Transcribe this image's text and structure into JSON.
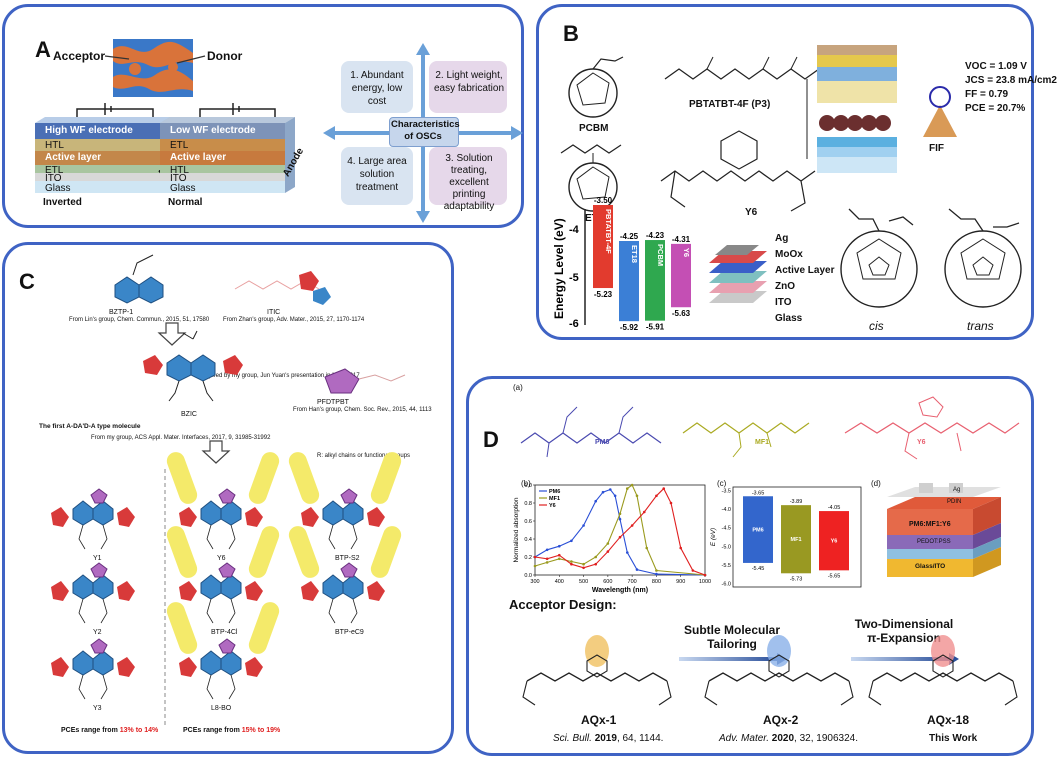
{
  "panelA": {
    "label": "A",
    "acceptor": "Acceptor",
    "donor": "Donor",
    "inverted": {
      "layers": [
        "High WF electrode",
        "HTL",
        "Active layer",
        "ETL",
        "ITO",
        "Glass"
      ],
      "anode": "Anode",
      "caption": "Inverted"
    },
    "normal": {
      "layers": [
        "Low WF electrode",
        "ETL",
        "Active layer",
        "HTL",
        "ITO",
        "Glass"
      ],
      "anode": "Anode",
      "caption": "Normal"
    },
    "center": "Characteristics of OSCs",
    "quadrants": [
      "1. Abundant energy, low cost",
      "2. Light weight, easy fabrication",
      "4. Large area solution treatment",
      "3. Solution treating, excellent printing adaptability"
    ]
  },
  "panelB": {
    "label": "B",
    "molecules": [
      "PCBM",
      "PBTATBT-4F (P3)",
      "ET18",
      "Y6",
      "FIF"
    ],
    "metrics": [
      "VOC = 1.09 V",
      "JCS = 23.8 mA/cm2",
      "FF = 0.79",
      "PCE = 20.7%"
    ],
    "energy_axis": "Energy Level (eV)",
    "ticks": [
      "-4",
      "-5",
      "-6"
    ],
    "bars": [
      {
        "name": "PBTATBT-4F",
        "top": "-3.50",
        "bottom": "-5.23",
        "color": "#e23b2e"
      },
      {
        "name": "ET18",
        "top": "-4.25",
        "bottom": "-5.92",
        "color": "#3b7fd6"
      },
      {
        "name": "PCBM",
        "top": "-4.23",
        "bottom": "-5.91",
        "color": "#2fa84f"
      },
      {
        "name": "Y6",
        "top": "-4.31",
        "bottom": "-5.63",
        "color": "#c44fb4"
      }
    ],
    "stack": [
      "Ag",
      "MoOx",
      "Active Layer",
      "ZnO",
      "ITO",
      "Glass"
    ],
    "isomers": [
      "cis",
      "trans"
    ]
  },
  "panelC": {
    "label": "C",
    "bztp": "BZTP-1",
    "bztp_ref": "From Lin's group, Chem. Commun., 2015, 51, 17580",
    "itic": "ITIC",
    "itic_ref": "From Zhan's group, Adv. Mater., 2015, 27, 1170-1174",
    "inspired": "Inspired by my group, Jun Yuan's presentation in May, 2017",
    "bzic": "BZIC",
    "first": "The first A-DA'D-A type molecule",
    "bzic_ref": "From my group, ACS Appl. Mater. Interfaces, 2017, 9, 31985-31992",
    "pfdtpbt": "PFDTPBT",
    "pfdtpbt_ref": "From Han's group, Chem. Soc. Rev., 2015, 44, 1113",
    "legend": "R: alkyl chains or functional groups",
    "col1": [
      "Y1",
      "Y2",
      "Y3"
    ],
    "col2": [
      "Y6",
      "BTP-4Cl",
      "L8-BO"
    ],
    "col3": [
      "BTP-S2",
      "BTP-eC9"
    ],
    "pce_left_prefix": "PCEs range from",
    "pce_left_value": "13% to 14%",
    "pce_right_prefix": "PCEs range from",
    "pce_right_value": "15% to 19%"
  },
  "panelD": {
    "label": "D",
    "sub_a": "(a)",
    "sub_b": "(b)",
    "sub_c": "(c)",
    "sub_d": "(d)",
    "molecules": [
      "PM6",
      "MF1",
      "Y6"
    ],
    "acceptor_design": "Acceptor Design:",
    "step1": "Subtle Molecular Tailoring",
    "step2": "Two-Dimensional π-Expansion",
    "aqx": [
      "AQx-1",
      "AQx-2",
      "AQx-18"
    ],
    "refs": [
      {
        "journal": "Sci. Bull.",
        "year": "2019",
        "rest": ", 64, 1144."
      },
      {
        "journal": "Adv. Mater.",
        "year": "2020",
        "rest": ", 32, 1906324."
      },
      {
        "journal": "",
        "year": "",
        "rest": "This Work"
      }
    ],
    "energy_bars": [
      {
        "name": "PM6",
        "top": "-3.65",
        "bottom": "-5.45",
        "color": "#3366cc"
      },
      {
        "name": "MF1",
        "top": "-3.89",
        "bottom": "-5.73",
        "color": "#999922"
      },
      {
        "name": "Y6",
        "top": "-4.05",
        "bottom": "-5.65",
        "color": "#ee2222"
      }
    ],
    "energy_ylabel": "E (eV)",
    "energy_ticks": [
      "-3.5",
      "-4.0",
      "-4.5",
      "-5.0",
      "-5.5",
      "-6.0"
    ],
    "device": [
      "Ag",
      "PDIN",
      "PM6:MF1:Y6",
      "PEDOT:PSS",
      "Glass/ITO"
    ]
  },
  "chart_data": {
    "type": "line",
    "xlabel": "Wavelength (nm)",
    "ylabel": "Normalized absorption",
    "xlim": [
      300,
      1000
    ],
    "ylim": [
      0,
      1.0
    ],
    "xticks": [
      "300",
      "400",
      "500",
      "600",
      "700",
      "800",
      "900",
      "1000"
    ],
    "yticks": [
      "0.0",
      "0.2",
      "0.4",
      "0.6",
      "0.8",
      "1.0"
    ],
    "legend_position": "top-left",
    "series": [
      {
        "name": "PM6",
        "color": "#2a4fd6",
        "x": [
          300,
          350,
          400,
          450,
          500,
          550,
          580,
          610,
          630,
          650,
          680,
          720,
          800,
          1000
        ],
        "y": [
          0.2,
          0.28,
          0.32,
          0.38,
          0.55,
          0.82,
          0.92,
          0.95,
          0.88,
          0.62,
          0.25,
          0.06,
          0.01,
          0.0
        ]
      },
      {
        "name": "MF1",
        "color": "#9a9a1e",
        "x": [
          300,
          350,
          400,
          450,
          500,
          550,
          600,
          650,
          680,
          700,
          720,
          760,
          800,
          1000
        ],
        "y": [
          0.1,
          0.14,
          0.18,
          0.15,
          0.12,
          0.2,
          0.35,
          0.68,
          0.96,
          1.0,
          0.88,
          0.3,
          0.05,
          0.0
        ]
      },
      {
        "name": "Y6",
        "color": "#e02020",
        "x": [
          300,
          350,
          400,
          450,
          500,
          550,
          600,
          650,
          700,
          750,
          800,
          830,
          860,
          900,
          950,
          1000
        ],
        "y": [
          0.2,
          0.18,
          0.22,
          0.12,
          0.08,
          0.12,
          0.26,
          0.42,
          0.55,
          0.7,
          0.88,
          0.96,
          0.8,
          0.3,
          0.05,
          0.0
        ]
      }
    ]
  }
}
